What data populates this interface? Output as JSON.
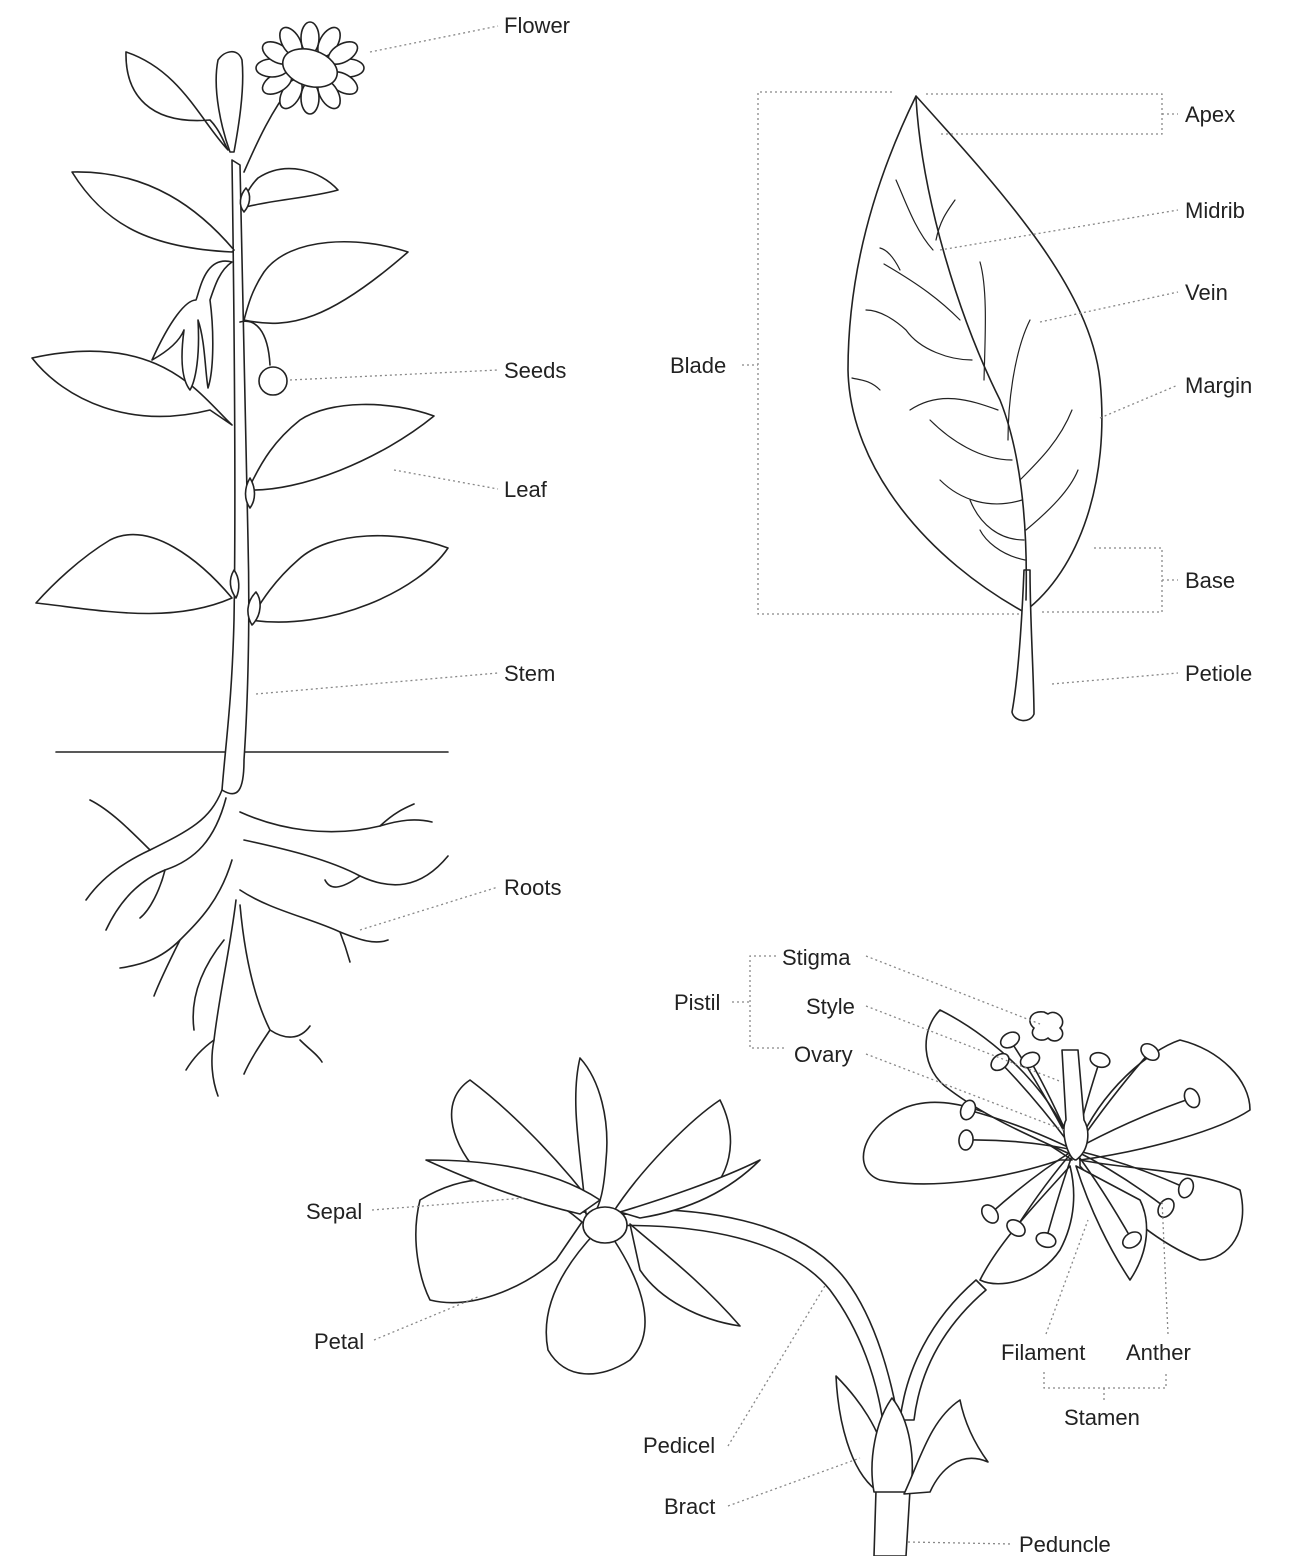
{
  "plant": {
    "flower": "Flower",
    "seeds": "Seeds",
    "leaf": "Leaf",
    "stem": "Stem",
    "roots": "Roots"
  },
  "leaf_parts": {
    "apex": "Apex",
    "midrib": "Midrib",
    "vein": "Vein",
    "margin": "Margin",
    "blade": "Blade",
    "base": "Base",
    "petiole": "Petiole"
  },
  "flower_parts": {
    "stigma": "Stigma",
    "style": "Style",
    "ovary": "Ovary",
    "pistil": "Pistil",
    "sepal": "Sepal",
    "petal": "Petal",
    "pedicel": "Pedicel",
    "bract": "Bract",
    "peduncle": "Peduncle",
    "filament": "Filament",
    "anther": "Anther",
    "stamen": "Stamen"
  }
}
